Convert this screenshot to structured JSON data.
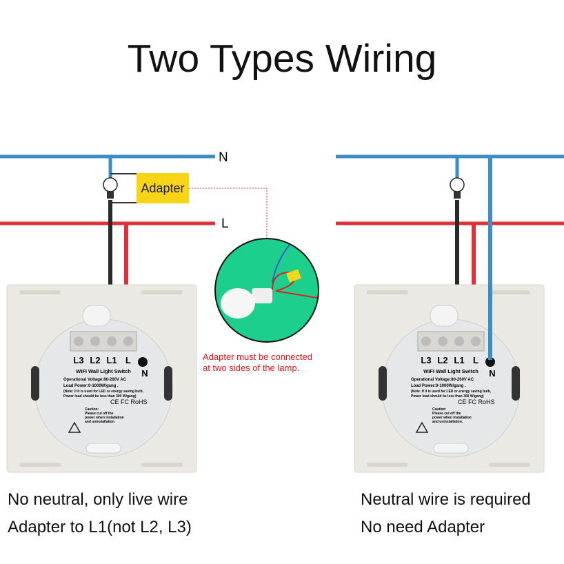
{
  "title": "Two Types Wiring",
  "wire_labels": {
    "neutral": "N",
    "live": "L"
  },
  "adapter_label": "Adapter",
  "adapter_note": [
    "Adapter must be connected",
    "at two sides of the lamp."
  ],
  "switch": {
    "terminals": [
      "L3",
      "L2",
      "L1",
      "L"
    ],
    "neutral_terminal": "N",
    "name": "WIFI Wall Light Switch",
    "specs": [
      "Operational Voltage:80-260V AC",
      "Load Power:0-1000W/gang .",
      "(Note: If it is used for LED or energy saving bulb,",
      "Power load should be less than 300 W/gang)"
    ],
    "certs": "CE FC RoHS",
    "caution": [
      "Caution:",
      "Please cut off the",
      "power when installation",
      "and uninstallation."
    ]
  },
  "left_caption": [
    "No neutral, only live wire",
    "Adapter to L1(not L2, L3)"
  ],
  "right_caption": [
    "Neutral wire is required",
    "No need Adapter"
  ],
  "colors": {
    "neutral_wire": "#3b8fc4",
    "live_wire": "#e0303a",
    "load_wire": "#2a2a2a",
    "adapter": "#f7d417",
    "note": "#e8141c",
    "photo_bg": "#1ccf8c"
  }
}
